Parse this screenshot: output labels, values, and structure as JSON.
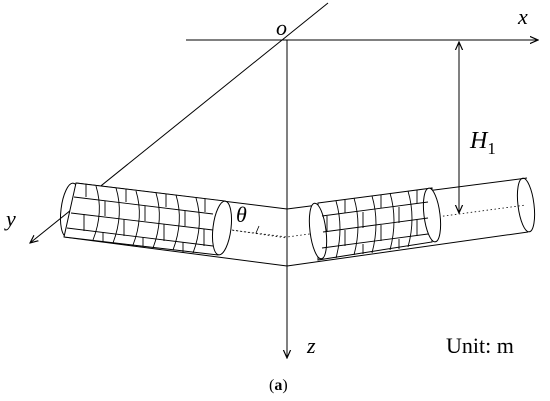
{
  "labels": {
    "origin": "o",
    "x_axis": "x",
    "y_axis": "y",
    "z_axis": "z",
    "depth": "H",
    "depth_sub": "1",
    "angle": "θ",
    "unit": "Unit: m",
    "caption_open": "(",
    "caption_letter": "a",
    "caption_close": ")"
  }
}
